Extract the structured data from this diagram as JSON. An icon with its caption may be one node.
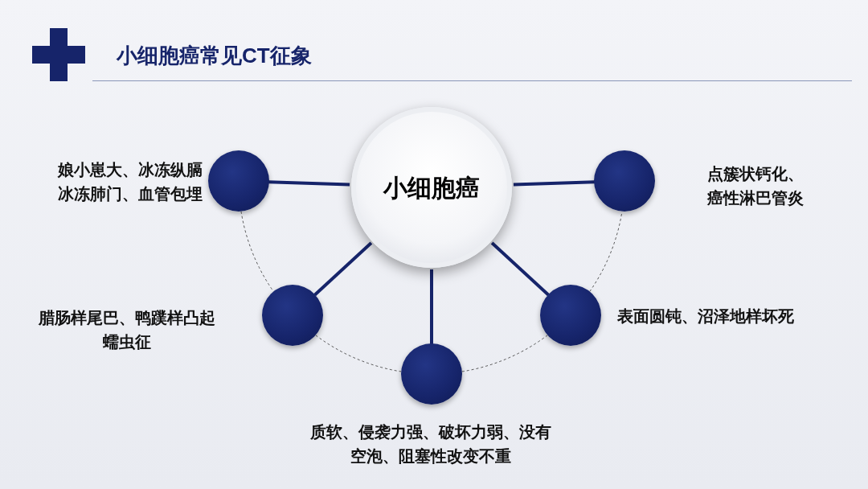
{
  "diagram": {
    "title": "小细胞癌常见CT征象",
    "nodes": [
      {
        "text": [
          "小细胞癌"
        ]
      },
      {
        "text": [],
        "shape": "circle",
        "beside": [
          "娘小崽大、冰冻纵膈冰冻肺门、血管包埋"
        ]
      },
      {
        "text": [],
        "shape": "circle",
        "beside": [
          "点簇状钙化、癌性淋巴管炎"
        ]
      },
      {
        "text": [],
        "shape": "circle",
        "beside": [
          "腊肠样尾巴、鸭蹼样凸起蠕虫征"
        ]
      },
      {
        "text": [],
        "shape": "circle",
        "beside": [
          "表面圆钝、沼泽地样坏死"
        ]
      },
      {
        "text": [],
        "shape": "circle",
        "beside": [
          "质软、侵袭力强、破坏力弱、没有空泡、阻塞性改变不重"
        ]
      }
    ],
    "edges": [
      {
        "from": 0,
        "to": 1,
        "arrow": "none"
      },
      {
        "from": 0,
        "to": 2,
        "arrow": "none"
      },
      {
        "from": 0,
        "to": 3,
        "arrow": "none"
      },
      {
        "from": 0,
        "to": 4,
        "arrow": "none"
      },
      {
        "from": 0,
        "to": 5,
        "arrow": "none"
      },
      {
        "from": 1,
        "to": 3,
        "arrow": "none",
        "style": "dashed",
        "color": "#555555"
      },
      {
        "from": 3,
        "to": 5,
        "arrow": "none",
        "style": "dashed",
        "color": "#555555"
      },
      {
        "from": 5,
        "to": 4,
        "arrow": "none",
        "style": "dashed",
        "color": "#555555"
      },
      {
        "from": 4,
        "to": 2,
        "arrow": "none",
        "style": "dashed",
        "color": "#555555"
      }
    ]
  }
}
